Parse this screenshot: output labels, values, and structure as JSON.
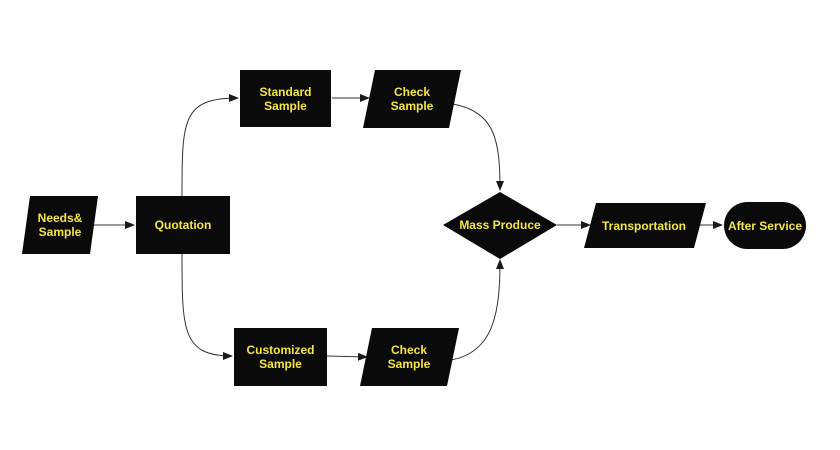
{
  "colors": {
    "node_fill": "#0a0a0a",
    "node_text": "#f5e642",
    "connector": "#333333",
    "background": "#ffffff"
  },
  "nodes": {
    "needs_sample": {
      "label": "Needs&\nSample",
      "shape": "parallelogram"
    },
    "quotation": {
      "label": "Quotation",
      "shape": "rectangle"
    },
    "standard_sample": {
      "label": "Standard\nSample",
      "shape": "rectangle"
    },
    "check_sample_top": {
      "label": "Check\nSample",
      "shape": "parallelogram"
    },
    "customized_sample": {
      "label": "Customized\nSample",
      "shape": "rectangle"
    },
    "check_sample_bottom": {
      "label": "Check\nSample",
      "shape": "parallelogram"
    },
    "mass_produce": {
      "label": "Mass Produce",
      "shape": "diamond"
    },
    "transportation": {
      "label": "Transportation",
      "shape": "parallelogram"
    },
    "after_service": {
      "label": "After Service",
      "shape": "terminator"
    }
  },
  "edges": [
    {
      "from": "needs_sample",
      "to": "quotation"
    },
    {
      "from": "quotation",
      "to": "standard_sample"
    },
    {
      "from": "quotation",
      "to": "customized_sample"
    },
    {
      "from": "standard_sample",
      "to": "check_sample_top"
    },
    {
      "from": "customized_sample",
      "to": "check_sample_bottom"
    },
    {
      "from": "check_sample_top",
      "to": "mass_produce"
    },
    {
      "from": "check_sample_bottom",
      "to": "mass_produce"
    },
    {
      "from": "mass_produce",
      "to": "transportation"
    },
    {
      "from": "transportation",
      "to": "after_service"
    }
  ]
}
